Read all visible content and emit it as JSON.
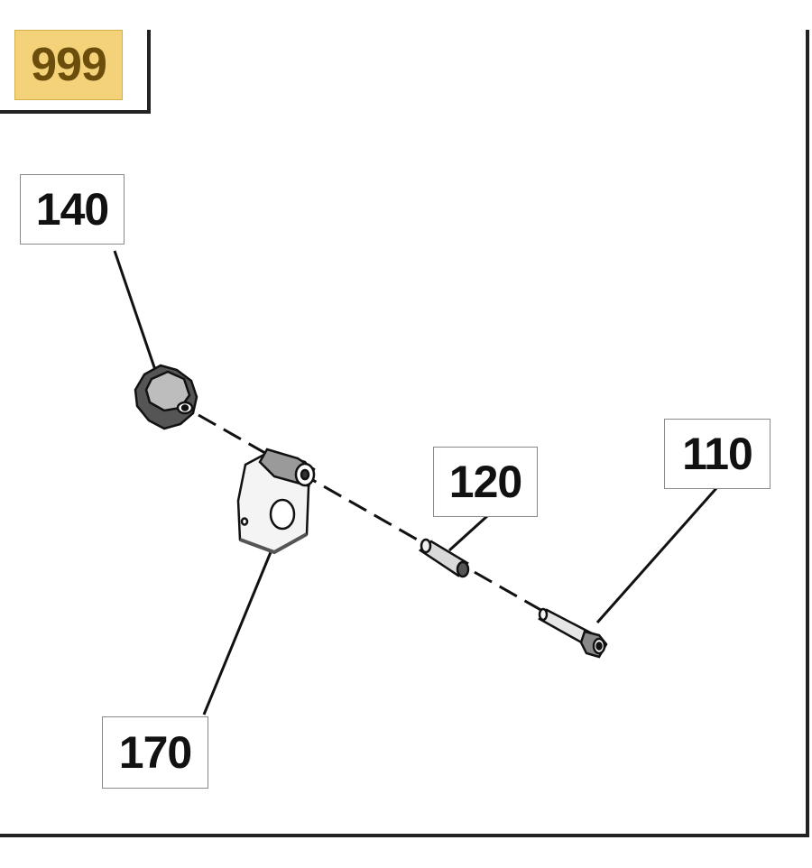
{
  "page_badge": {
    "number": "999",
    "fill": "#f4d27a",
    "text_color": "#6b4e0c"
  },
  "callouts": [
    {
      "id": "140",
      "label": "140"
    },
    {
      "id": "120",
      "label": "120"
    },
    {
      "id": "110",
      "label": "110"
    },
    {
      "id": "170",
      "label": "170"
    }
  ],
  "parts": [
    {
      "id": "140",
      "icon": "lobed-knob-icon"
    },
    {
      "id": "170",
      "icon": "clamp-bracket-icon"
    },
    {
      "id": "120",
      "icon": "dowel-pin-icon"
    },
    {
      "id": "110",
      "icon": "cap-screw-icon"
    }
  ]
}
